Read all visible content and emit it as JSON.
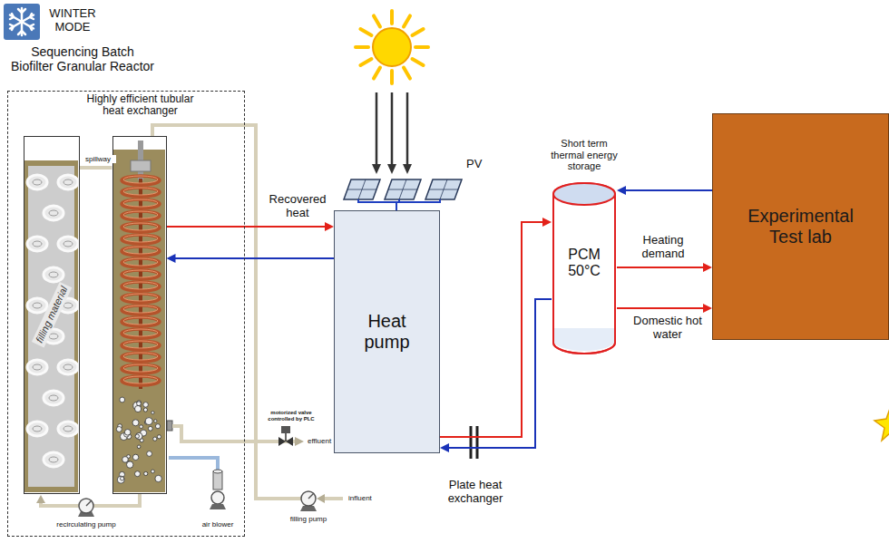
{
  "diagram": {
    "nodes": [
      {
        "text": [
          "Sequencing Batch Biofilter Granular Reactor"
        ]
      },
      {
        "text": [
          "filling material"
        ],
        "in": 0
      },
      {
        "text": [
          "Highly efficient tubular heat exchanger"
        ],
        "in": 0
      },
      {
        "text": [
          "PV"
        ]
      },
      {
        "text": [
          "Heat pump"
        ]
      },
      {
        "text": [
          "Short term thermal energy storage",
          "PCM 50°C"
        ]
      },
      {
        "text": [
          "Experimental Test lab"
        ]
      }
    ],
    "edges": [
      {
        "from": 1,
        "to": 2,
        "label": "spillway",
        "arrow": "none"
      },
      {
        "from": 2,
        "to": 4,
        "label": "Recovered heat",
        "arrow": "to"
      },
      {
        "from": 4,
        "to": 2,
        "arrow": "to"
      },
      {
        "from": 3,
        "to": 4,
        "arrow": "none"
      },
      {
        "from": 4,
        "to": 5,
        "arrow": "to"
      },
      {
        "from": 5,
        "to": 4,
        "arrow": "to"
      },
      {
        "from": 6,
        "to": 5,
        "arrow": "to"
      },
      {
        "from": 5,
        "to": 6,
        "label": "Heating demand",
        "arrow": "to"
      },
      {
        "from": 5,
        "to": 6,
        "label": "Domestic hot water",
        "arrow": "to"
      }
    ],
    "labels": [
      "WINTER MODE",
      "Plate heat exchanger",
      "motorized valve controlled by PLC",
      "effluent",
      "influent",
      "filling pump",
      "recirculating pump",
      "air blower"
    ]
  }
}
